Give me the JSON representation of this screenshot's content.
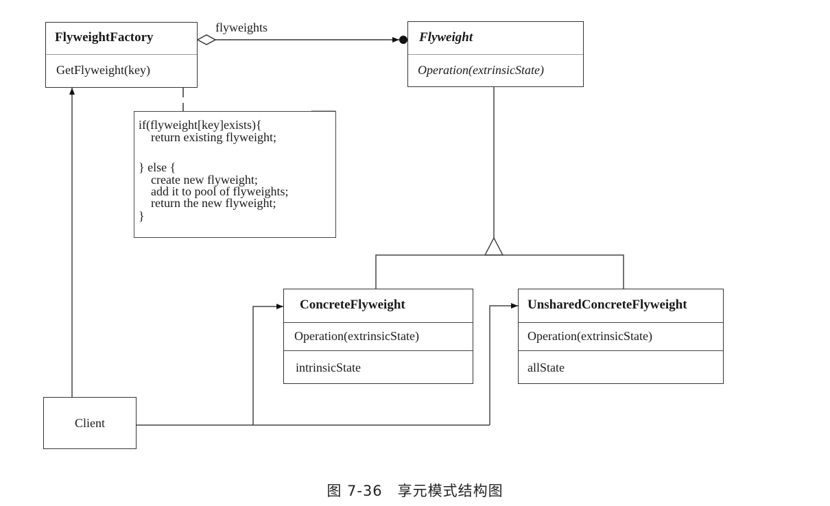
{
  "classes": {
    "flyweight_factory": {
      "name": "FlyweightFactory",
      "operation": "GetFlyweight(key)"
    },
    "flyweight": {
      "name": "Flyweight",
      "operation": "Operation(extrinsicState)",
      "abstract": true
    },
    "concrete_flyweight": {
      "name": "ConcreteFlyweight",
      "operation": "Operation(extrinsicState)",
      "attribute": "intrinsicState"
    },
    "unshared_concrete_flyweight": {
      "name": "UnsharedConcreteFlyweight",
      "operation": "Operation(extrinsicState)",
      "attribute": "allState"
    },
    "client": {
      "name": "Client"
    }
  },
  "associations": {
    "factory_to_flyweight": {
      "label": "flyweights",
      "type": "aggregation-many"
    },
    "flyweight_generalization": {
      "type": "inheritance"
    }
  },
  "note": {
    "lines": [
      "if(flyweight[key]exists){",
      "    return existing flyweight;",
      "",
      "} else {",
      "    create new flyweight;",
      "    add it to pool of flyweights;",
      "    return the new flyweight;",
      "}"
    ]
  },
  "caption": {
    "figure_number": "图 7-36",
    "text": "享元模式结构图"
  },
  "colors": {
    "line": "#333333",
    "note_corner": "#777777",
    "background": "#ffffff"
  }
}
